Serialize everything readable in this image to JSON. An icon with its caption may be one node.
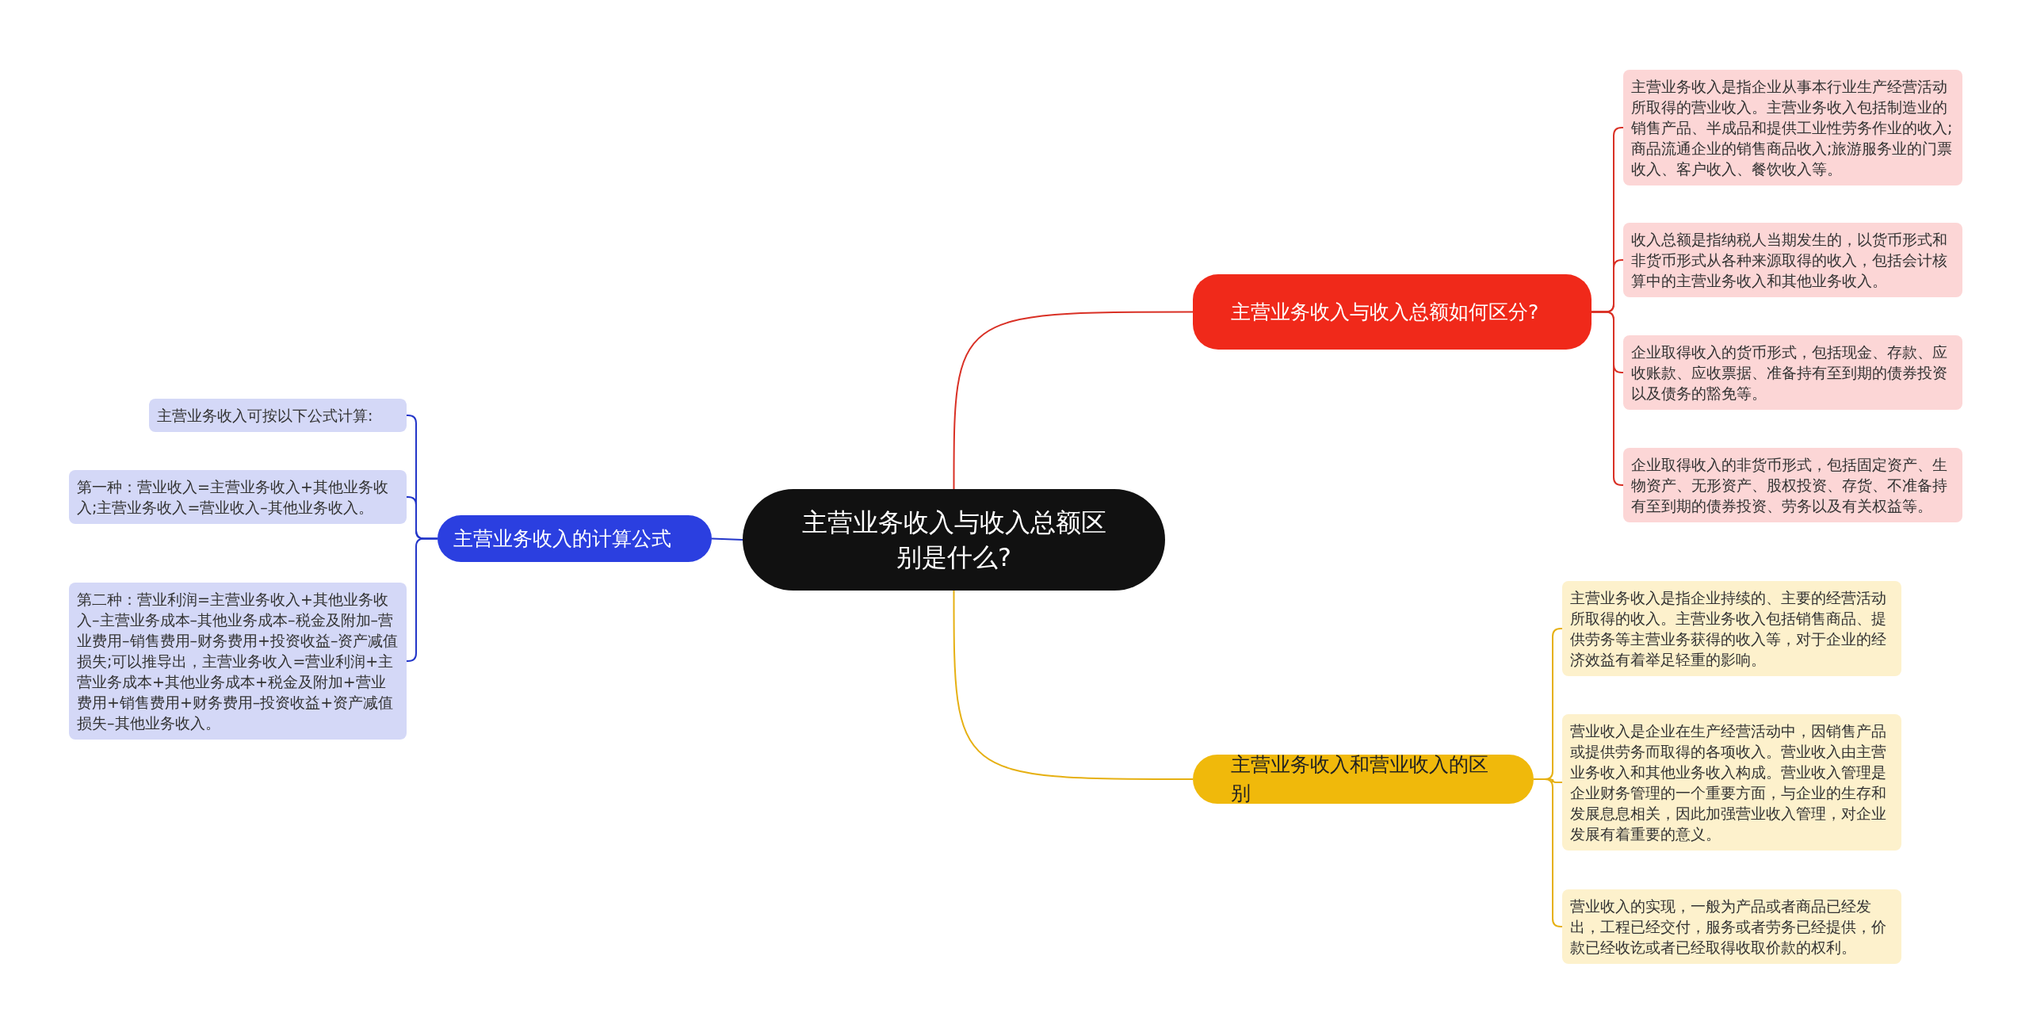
{
  "diagram": {
    "nodes": [
      {
        "text": [
          "主营业务收入与收入总额区别是什么?"
        ]
      },
      {
        "text": [
          "主营业务收入与收入总额如何区分?"
        ]
      },
      {
        "text": [
          "主营业务收入是指企业从事本行业生产经营活动所取得的营业收入。主营业务收入包括制造业的销售产品、半成品和提供工业性劳务作业的收入;商品流通企业的销售商品收入;旅游服务业的门票收入、客户收入、餐饮收入等。"
        ]
      },
      {
        "text": [
          "收入总额是指纳税人当期发生的，以货币形式和非货币形式从各种来源取得的收入，包括会计核算中的主营业务收入和其他业务收入。"
        ]
      },
      {
        "text": [
          "企业取得收入的货币形式，包括现金、存款、应收账款、应收票据、准备持有至到期的债券投资以及债务的豁免等。"
        ]
      },
      {
        "text": [
          "企业取得收入的非货币形式，包括固定资产、生物资产、无形资产、股权投资、存货、不准备持有至到期的债券投资、劳务以及有关权益等。"
        ]
      },
      {
        "text": [
          "主营业务收入和营业收入的区别"
        ]
      },
      {
        "text": [
          "主营业务收入是指企业持续的、主要的经营活动所取得的收入。主营业务收入包括销售商品、提供劳务等主营业务获得的收入等，对于企业的经济效益有着举足轻重的影响。"
        ]
      },
      {
        "text": [
          "营业收入是企业在生产经营活动中，因销售产品或提供劳务而取得的各项收入。营业收入由主营业务收入和其他业务收入构成。营业收入管理是企业财务管理的一个重要方面，与企业的生存和发展息息相关，因此加强营业收入管理，对企业发展有着重要的意义。"
        ]
      },
      {
        "text": [
          "营业收入的实现，一般为产品或者商品已经发出，工程已经交付，服务或者劳务已经提供，价款已经收讫或者已经取得收取价款的权利。"
        ]
      },
      {
        "text": [
          "主营业务收入的计算公式"
        ]
      },
      {
        "text": [
          "主营业务收入可按以下公式计算:"
        ]
      },
      {
        "text": [
          "第一种：营业收入=主营业务收入+其他业务收入;主营业务收入=营业收入–其他业务收入。"
        ]
      },
      {
        "text": [
          "第二种：营业利润=主营业务收入+其他业务收入–主营业务成本–其他业务成本–税金及附加–营业费用–销售费用–财务费用+投资收益–资产减值损失;可以推导出，主营业务收入=营业利润+主营业务成本+其他业务成本+税金及附加+营业费用+销售费用+财务费用–投资收益+资产减值损失–其他业务收入。"
        ]
      }
    ],
    "edges": [
      {
        "from": 0,
        "to": 1,
        "arrow": "none",
        "color": "#d93025"
      },
      {
        "from": 1,
        "to": 2,
        "arrow": "none",
        "color": "#d93025"
      },
      {
        "from": 1,
        "to": 3,
        "arrow": "none",
        "color": "#d93025"
      },
      {
        "from": 1,
        "to": 4,
        "arrow": "none",
        "color": "#d93025"
      },
      {
        "from": 1,
        "to": 5,
        "arrow": "none",
        "color": "#d93025"
      },
      {
        "from": 0,
        "to": 6,
        "arrow": "none",
        "color": "#e6b012"
      },
      {
        "from": 6,
        "to": 7,
        "arrow": "none",
        "color": "#e6b012"
      },
      {
        "from": 6,
        "to": 8,
        "arrow": "none",
        "color": "#e6b012"
      },
      {
        "from": 6,
        "to": 9,
        "arrow": "none",
        "color": "#e6b012"
      },
      {
        "from": 0,
        "to": 10,
        "arrow": "none",
        "color": "#2336c9"
      },
      {
        "from": 10,
        "to": 11,
        "arrow": "none",
        "color": "#2336c9"
      },
      {
        "from": 10,
        "to": 12,
        "arrow": "none",
        "color": "#2336c9"
      },
      {
        "from": 10,
        "to": 13,
        "arrow": "none",
        "color": "#2336c9"
      }
    ]
  }
}
